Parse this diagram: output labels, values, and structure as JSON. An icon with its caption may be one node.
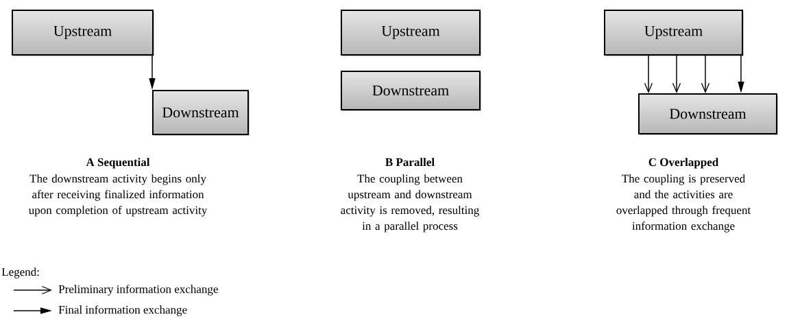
{
  "diagram": {
    "nodes": [
      {
        "text": [
          "Upstream"
        ]
      },
      {
        "text": [
          "Downstream"
        ]
      },
      {
        "text": [
          "Upstream"
        ]
      },
      {
        "text": [
          "Downstream"
        ]
      },
      {
        "text": [
          "Upstream"
        ]
      },
      {
        "text": [
          "Downstream"
        ]
      }
    ],
    "edges": [
      {
        "from": 0,
        "to": 1,
        "arrow": "to"
      },
      {
        "from": 4,
        "to": 5,
        "arrow": "to"
      },
      {
        "from": 4,
        "to": 5,
        "arrow": "to"
      },
      {
        "from": 4,
        "to": 5,
        "arrow": "to"
      },
      {
        "from": 4,
        "to": 5,
        "arrow": "to"
      }
    ],
    "labels": [
      "A Sequential",
      "The downstream activity begins only after receiving finalized information upon completion of upstream activity",
      "B Parallel",
      "The coupling between upstream and downstream activity is removed, resulting in a parallel process",
      "C Overlapped",
      "The coupling is preserved and the activities are overlapped through frequent information exchange",
      "Legend:"
    ],
    "legend": [
      {
        "text": "Preliminary information exchange"
      },
      {
        "text": "Final information exchange"
      }
    ]
  }
}
